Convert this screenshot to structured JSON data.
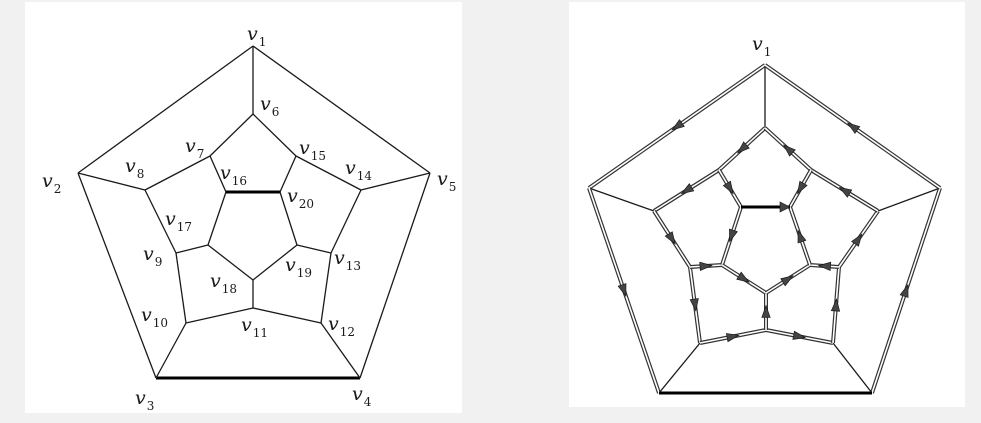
{
  "left_diagram": {
    "vertices": [
      {
        "id": "v1",
        "letter": "v",
        "sub": "1"
      },
      {
        "id": "v2",
        "letter": "v",
        "sub": "2"
      },
      {
        "id": "v3",
        "letter": "v",
        "sub": "3"
      },
      {
        "id": "v4",
        "letter": "v",
        "sub": "4"
      },
      {
        "id": "v5",
        "letter": "v",
        "sub": "5"
      },
      {
        "id": "v6",
        "letter": "v",
        "sub": "6"
      },
      {
        "id": "v7",
        "letter": "v",
        "sub": "7"
      },
      {
        "id": "v8",
        "letter": "v",
        "sub": "8"
      },
      {
        "id": "v9",
        "letter": "v",
        "sub": "9"
      },
      {
        "id": "v10",
        "letter": "v",
        "sub": "10"
      },
      {
        "id": "v11",
        "letter": "v",
        "sub": "11"
      },
      {
        "id": "v12",
        "letter": "v",
        "sub": "12"
      },
      {
        "id": "v13",
        "letter": "v",
        "sub": "13"
      },
      {
        "id": "v14",
        "letter": "v",
        "sub": "14"
      },
      {
        "id": "v15",
        "letter": "v",
        "sub": "15"
      },
      {
        "id": "v16",
        "letter": "v",
        "sub": "16"
      },
      {
        "id": "v17",
        "letter": "v",
        "sub": "17"
      },
      {
        "id": "v18",
        "letter": "v",
        "sub": "18"
      },
      {
        "id": "v19",
        "letter": "v",
        "sub": "19"
      },
      {
        "id": "v20",
        "letter": "v",
        "sub": "20"
      }
    ],
    "edges": [
      [
        "v1",
        "v2"
      ],
      [
        "v2",
        "v3"
      ],
      [
        "v3",
        "v4"
      ],
      [
        "v4",
        "v5"
      ],
      [
        "v5",
        "v1"
      ],
      [
        "v1",
        "v6"
      ],
      [
        "v2",
        "v8"
      ],
      [
        "v3",
        "v10"
      ],
      [
        "v4",
        "v12"
      ],
      [
        "v5",
        "v14"
      ],
      [
        "v6",
        "v7"
      ],
      [
        "v7",
        "v8"
      ],
      [
        "v8",
        "v9"
      ],
      [
        "v9",
        "v10"
      ],
      [
        "v10",
        "v11"
      ],
      [
        "v11",
        "v12"
      ],
      [
        "v12",
        "v13"
      ],
      [
        "v13",
        "v14"
      ],
      [
        "v14",
        "v15"
      ],
      [
        "v15",
        "v6"
      ],
      [
        "v7",
        "v16"
      ],
      [
        "v9",
        "v17"
      ],
      [
        "v11",
        "v18"
      ],
      [
        "v13",
        "v19"
      ],
      [
        "v15",
        "v20"
      ],
      [
        "v16",
        "v17"
      ],
      [
        "v17",
        "v18"
      ],
      [
        "v18",
        "v19"
      ],
      [
        "v19",
        "v20"
      ],
      [
        "v20",
        "v16"
      ]
    ],
    "bold_edges": [
      [
        "v3",
        "v4"
      ],
      [
        "v16",
        "v20"
      ]
    ]
  },
  "right_diagram": {
    "vertices": [
      {
        "id": "v1",
        "letter": "v",
        "sub": "1"
      }
    ],
    "bold_edges": [
      [
        "v3",
        "v4"
      ],
      [
        "v16",
        "v20"
      ]
    ],
    "doubled_edges": [
      [
        "v1",
        "v2"
      ],
      [
        "v2",
        "v3"
      ],
      [
        "v4",
        "v5"
      ],
      [
        "v5",
        "v1"
      ],
      [
        "v6",
        "v7"
      ],
      [
        "v7",
        "v8"
      ],
      [
        "v8",
        "v9"
      ],
      [
        "v9",
        "v10"
      ],
      [
        "v10",
        "v11"
      ],
      [
        "v11",
        "v12"
      ],
      [
        "v12",
        "v13"
      ],
      [
        "v13",
        "v14"
      ],
      [
        "v14",
        "v15"
      ],
      [
        "v15",
        "v6"
      ],
      [
        "v7",
        "v16"
      ],
      [
        "v9",
        "v17"
      ],
      [
        "v11",
        "v18"
      ],
      [
        "v13",
        "v19"
      ],
      [
        "v15",
        "v20"
      ],
      [
        "v16",
        "v17"
      ],
      [
        "v17",
        "v18"
      ],
      [
        "v18",
        "v19"
      ],
      [
        "v19",
        "v20"
      ]
    ],
    "single_edges": [
      [
        "v1",
        "v6"
      ],
      [
        "v2",
        "v8"
      ],
      [
        "v3",
        "v10"
      ],
      [
        "v4",
        "v12"
      ],
      [
        "v5",
        "v14"
      ]
    ]
  },
  "colors": {
    "background": "#f1f1f1",
    "panel": "#ffffff",
    "stroke": "#1a1a1a"
  }
}
